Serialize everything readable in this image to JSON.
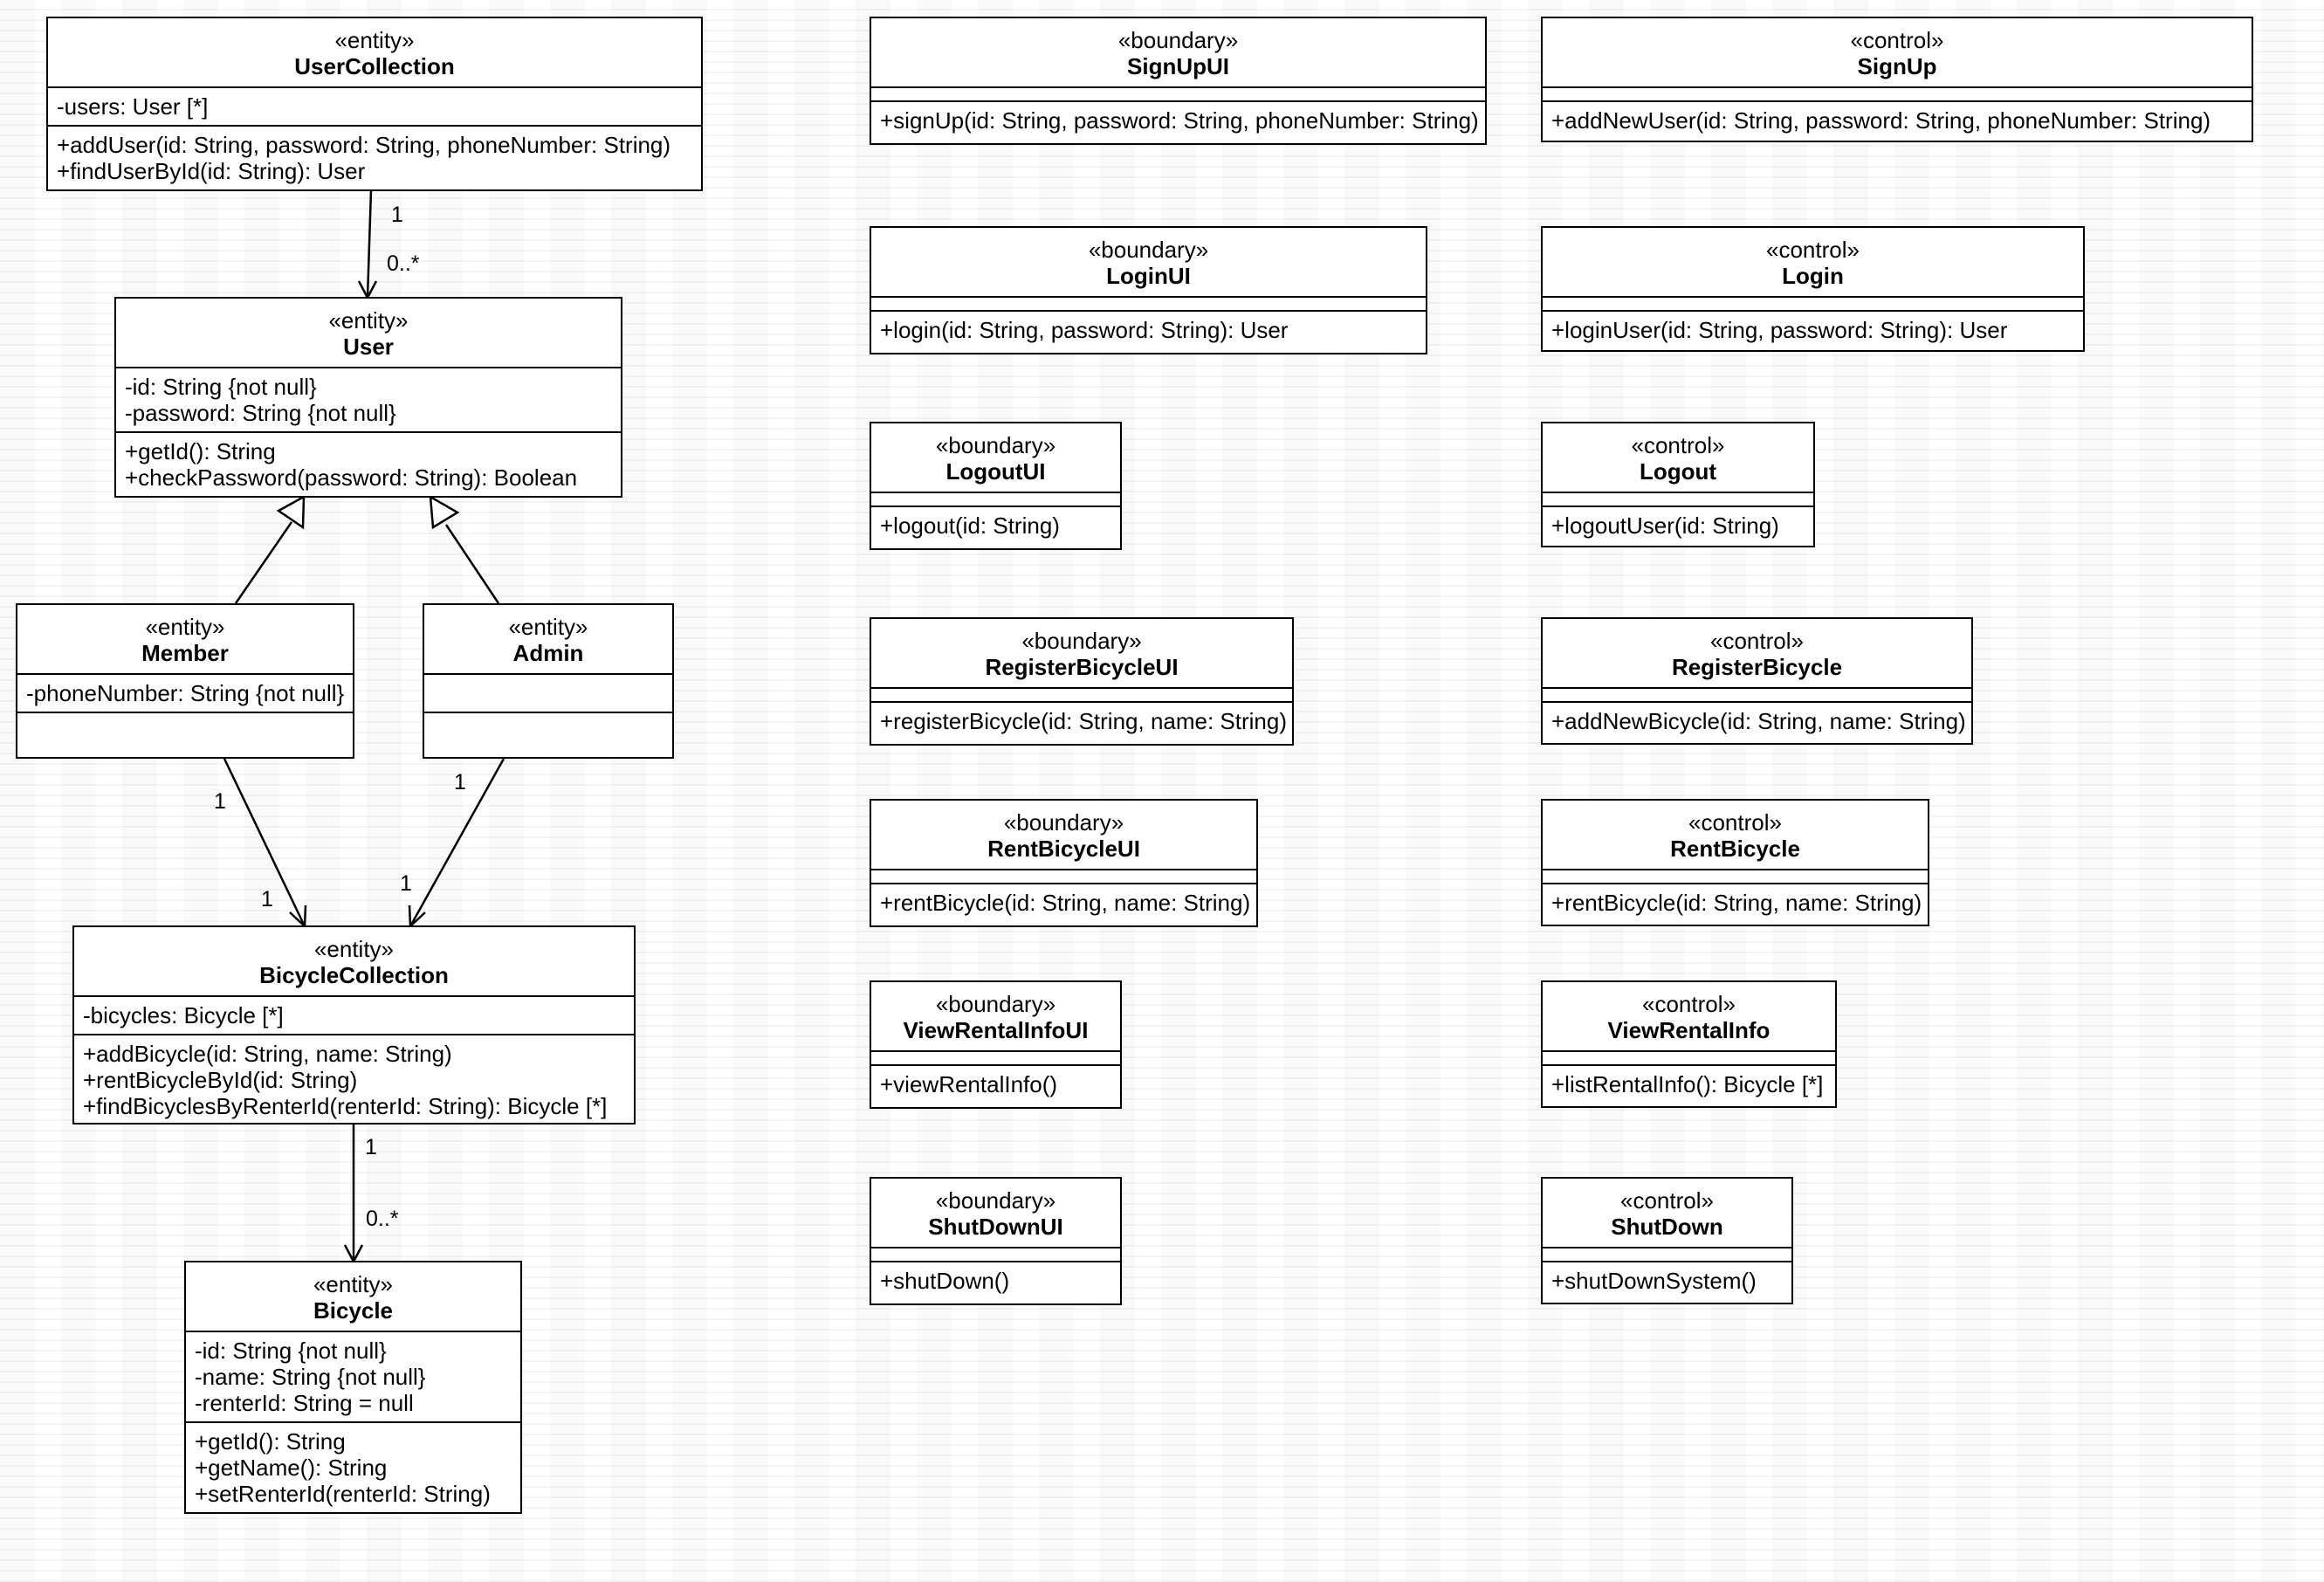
{
  "classes": [
    {
      "id": "user-collection",
      "stereotype": "«entity»",
      "name": "UserCollection",
      "attributes": [
        "-users: User [*]"
      ],
      "operations": [
        "+addUser(id: String, password: String, phoneNumber: String)",
        "+findUserById(id: String): User"
      ]
    },
    {
      "id": "user",
      "stereotype": "«entity»",
      "name": "User",
      "attributes": [
        "-id: String {not null}",
        "-password: String {not null}"
      ],
      "operations": [
        "+getId(): String",
        "+checkPassword(password: String): Boolean"
      ]
    },
    {
      "id": "member",
      "stereotype": "«entity»",
      "name": "Member",
      "attributes": [
        "-phoneNumber: String {not null}"
      ],
      "operations": []
    },
    {
      "id": "admin",
      "stereotype": "«entity»",
      "name": "Admin",
      "attributes": [],
      "operations": []
    },
    {
      "id": "bicycle-collection",
      "stereotype": "«entity»",
      "name": "BicycleCollection",
      "attributes": [
        "-bicycles: Bicycle [*]"
      ],
      "operations": [
        "+addBicycle(id: String, name: String)",
        "+rentBicycleById(id: String)",
        "+findBicyclesByRenterId(renterId: String): Bicycle [*]"
      ]
    },
    {
      "id": "bicycle",
      "stereotype": "«entity»",
      "name": "Bicycle",
      "attributes": [
        "-id: String {not null}",
        "-name: String {not null}",
        "-renterId: String = null"
      ],
      "operations": [
        "+getId(): String",
        "+getName(): String",
        "+setRenterId(renterId: String)"
      ]
    },
    {
      "id": "signup-ui",
      "stereotype": "«boundary»",
      "name": "SignUpUI",
      "attributes": [],
      "operations": [
        "+signUp(id: String, password: String, phoneNumber: String)"
      ]
    },
    {
      "id": "signup",
      "stereotype": "«control»",
      "name": "SignUp",
      "attributes": [],
      "operations": [
        "+addNewUser(id: String, password: String, phoneNumber: String)"
      ]
    },
    {
      "id": "login-ui",
      "stereotype": "«boundary»",
      "name": "LoginUI",
      "attributes": [],
      "operations": [
        "+login(id: String, password: String): User"
      ]
    },
    {
      "id": "login",
      "stereotype": "«control»",
      "name": "Login",
      "attributes": [],
      "operations": [
        "+loginUser(id: String, password: String): User"
      ]
    },
    {
      "id": "logout-ui",
      "stereotype": "«boundary»",
      "name": "LogoutUI",
      "attributes": [],
      "operations": [
        "+logout(id: String)"
      ]
    },
    {
      "id": "logout",
      "stereotype": "«control»",
      "name": "Logout",
      "attributes": [],
      "operations": [
        "+logoutUser(id: String)"
      ]
    },
    {
      "id": "register-bicycle-ui",
      "stereotype": "«boundary»",
      "name": "RegisterBicycleUI",
      "attributes": [],
      "operations": [
        "+registerBicycle(id: String, name: String)"
      ]
    },
    {
      "id": "register-bicycle",
      "stereotype": "«control»",
      "name": "RegisterBicycle",
      "attributes": [],
      "operations": [
        "+addNewBicycle(id: String, name: String)"
      ]
    },
    {
      "id": "rent-bicycle-ui",
      "stereotype": "«boundary»",
      "name": "RentBicycleUI",
      "attributes": [],
      "operations": [
        "+rentBicycle(id: String, name: String)"
      ]
    },
    {
      "id": "rent-bicycle",
      "stereotype": "«control»",
      "name": "RentBicycle",
      "attributes": [],
      "operations": [
        "+rentBicycle(id: String, name: String)"
      ]
    },
    {
      "id": "view-rental-info-ui",
      "stereotype": "«boundary»",
      "name": "ViewRentalInfoUI",
      "attributes": [],
      "operations": [
        "+viewRentalInfo()"
      ]
    },
    {
      "id": "view-rental-info",
      "stereotype": "«control»",
      "name": "ViewRentalInfo",
      "attributes": [],
      "operations": [
        "+listRentalInfo(): Bicycle [*]"
      ]
    },
    {
      "id": "shutdown-ui",
      "stereotype": "«boundary»",
      "name": "ShutDownUI",
      "attributes": [],
      "operations": [
        "+shutDown()"
      ]
    },
    {
      "id": "shutdown",
      "stereotype": "«control»",
      "name": "ShutDown",
      "attributes": [],
      "operations": [
        "+shutDownSystem()"
      ]
    }
  ],
  "relationships": [
    {
      "id": "usercollection-user",
      "type": "association",
      "from": "UserCollection",
      "to": "User",
      "from_mult": "1",
      "to_mult": "0..*"
    },
    {
      "id": "member-user",
      "type": "generalization",
      "from": "Member",
      "to": "User"
    },
    {
      "id": "admin-user",
      "type": "generalization",
      "from": "Admin",
      "to": "User"
    },
    {
      "id": "member-bicyclecollection",
      "type": "association",
      "from": "Member",
      "to": "BicycleCollection",
      "from_mult": "1",
      "to_mult": "1"
    },
    {
      "id": "admin-bicyclecollection",
      "type": "association",
      "from": "Admin",
      "to": "BicycleCollection",
      "from_mult": "1",
      "to_mult": "1"
    },
    {
      "id": "bicyclecollection-bicycle",
      "type": "association",
      "from": "BicycleCollection",
      "to": "Bicycle",
      "from_mult": "1",
      "to_mult": "0..*"
    }
  ]
}
